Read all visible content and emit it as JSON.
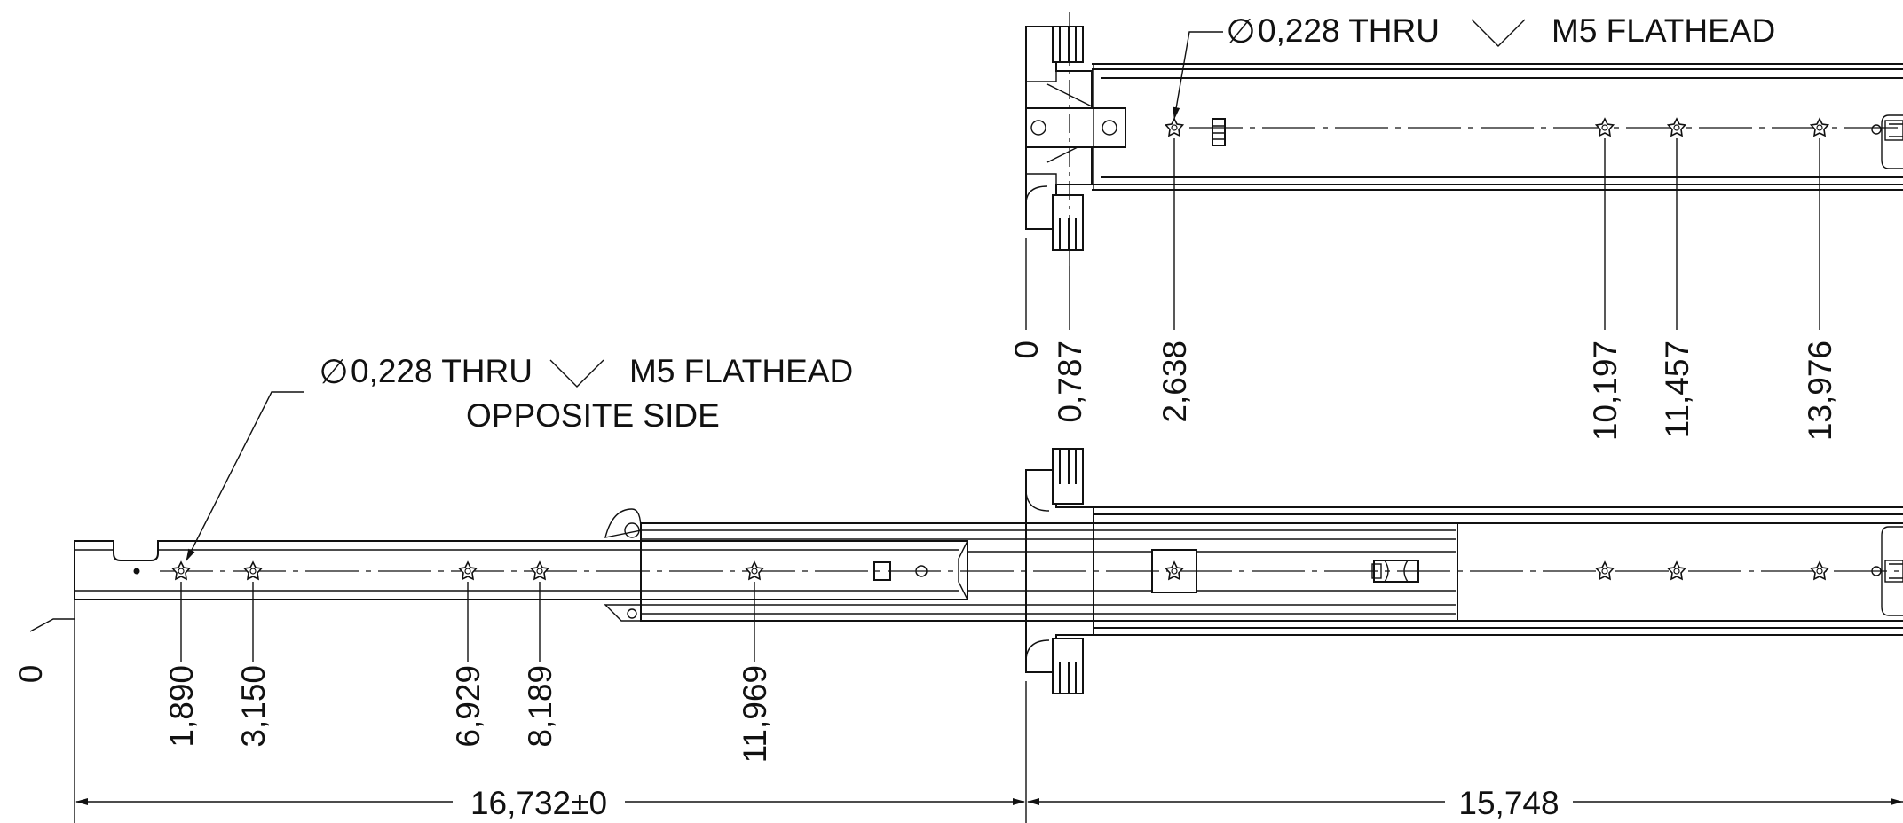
{
  "callouts": {
    "top_hole": {
      "diameter_symbol": "∅",
      "text": "0,228 THRU",
      "countersink_text": "M5 FLATHEAD"
    },
    "bottom_hole": {
      "diameter_symbol": "∅",
      "text": "0,228 THRU",
      "countersink_text": "M5 FLATHEAD",
      "line2": "OPPOSITE SIDE"
    }
  },
  "top_ordinates": [
    {
      "label": "0",
      "position": 0
    },
    {
      "label": "0,787",
      "position": 0.787
    },
    {
      "label": "2,638",
      "position": 2.638
    },
    {
      "label": "10,197",
      "position": 10.197
    },
    {
      "label": "11,457",
      "position": 11.457
    },
    {
      "label": "13,976",
      "position": 13.976
    }
  ],
  "bottom_ordinates": [
    {
      "label": "0",
      "position": 0
    },
    {
      "label": "1,890",
      "position": 1.89
    },
    {
      "label": "3,150",
      "position": 3.15
    },
    {
      "label": "6,929",
      "position": 6.929
    },
    {
      "label": "8,189",
      "position": 8.189
    },
    {
      "label": "11,969",
      "position": 11.969
    }
  ],
  "overall_dimensions": [
    {
      "label": "16,732±0",
      "value": 16.732
    },
    {
      "label": "15,748",
      "value": 15.748
    }
  ]
}
